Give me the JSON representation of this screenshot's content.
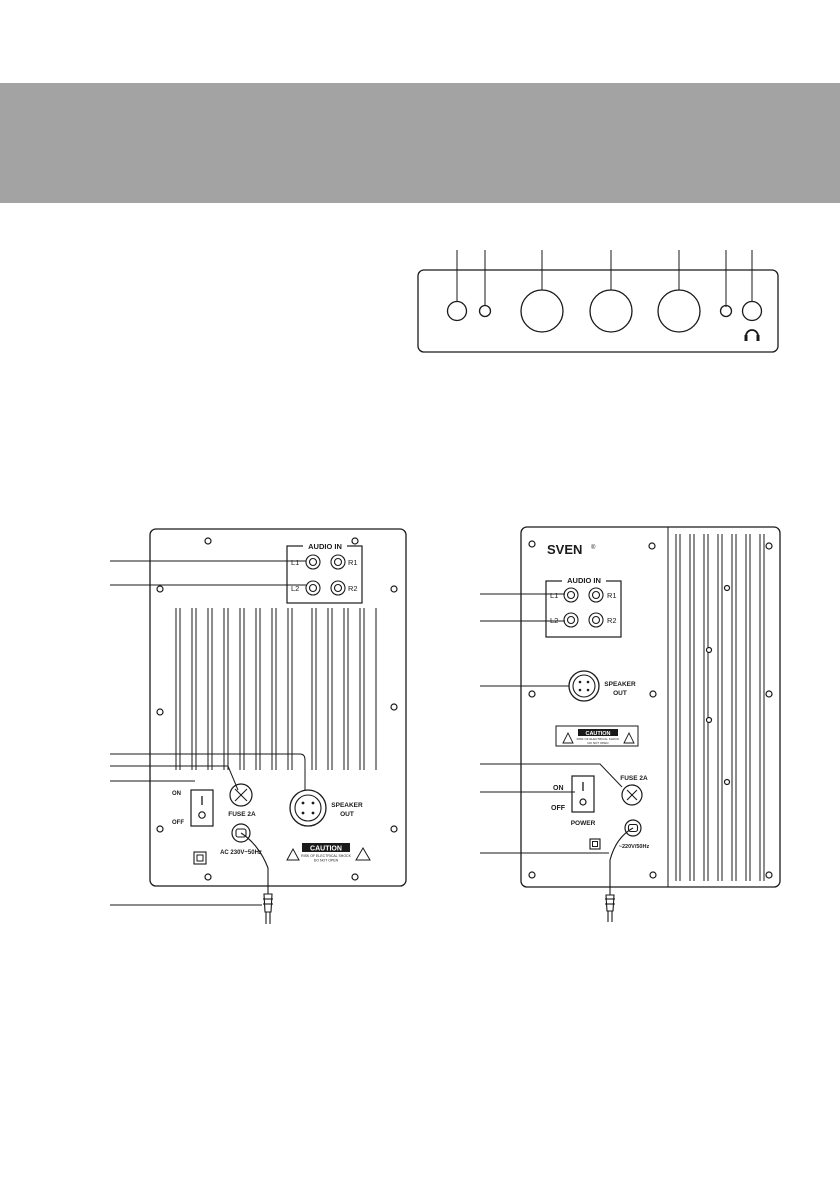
{
  "left_panel": {
    "audio_in": "AUDIO IN",
    "l1": "L1",
    "r1": "R1",
    "l2": "L2",
    "r2": "R2",
    "on": "ON",
    "off": "OFF",
    "fuse": "FUSE 2A",
    "speaker_out_1": "SPEAKER",
    "speaker_out_2": "OUT",
    "ac": "AC 230V~50Hz",
    "caution": "CAUTION",
    "caution_sub1": "RISK OF ELECTRICAL SHOCK",
    "caution_sub2": "DO NOT OPEN"
  },
  "right_panel": {
    "brand": "SVEN",
    "reg": "®",
    "audio_in": "AUDIO IN",
    "l1": "L1",
    "r1": "R1",
    "l2": "L2",
    "r2": "R2",
    "speaker_out_1": "SPEAKER",
    "speaker_out_2": "OUT",
    "caution": "CAUTION",
    "caution_sub1": "RISK OF ELECTRICAL SHOCK",
    "caution_sub2": "DO NOT OPEN",
    "fuse": "FUSE 2A",
    "on": "ON",
    "off": "OFF",
    "power": "POWER",
    "ac": "~220V/50Hz"
  }
}
